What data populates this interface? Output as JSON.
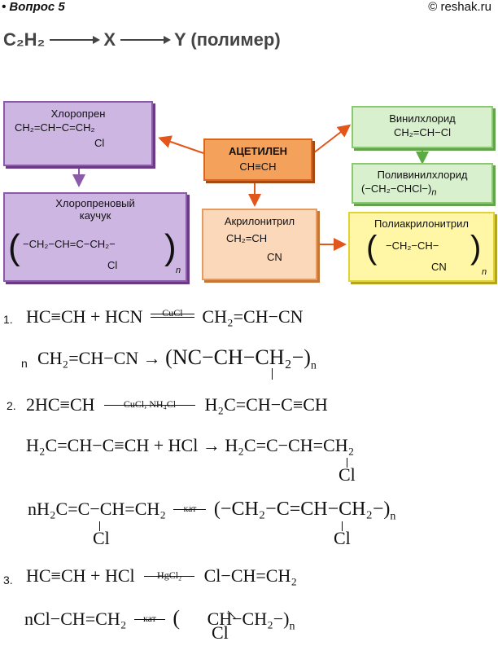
{
  "header": {
    "question": "• Вопрос 5",
    "site": "© reshak.ru"
  },
  "scheme": {
    "start": "C₂H₂",
    "mid": "X",
    "end": "Y (полимер)"
  },
  "boxes": {
    "chloroprene_title": "Хлоропрен",
    "chloroprene_formula": "CH₂=CH−C=CH₂",
    "chloroprene_sub": "Cl",
    "rubber_title1": "Хлоропреновый",
    "rubber_title2": "каучук",
    "rubber_formula": "−CH₂−CH=C−CH₂−",
    "rubber_sub": "Cl",
    "acetylene_title": "АЦЕТИЛЕН",
    "acetylene_formula": "CH≡CH",
    "acrylo_title": "Акрилонитрил",
    "acrylo_formula": "CH₂=CH",
    "acrylo_sub": "CN",
    "vinyl_title": "Винилхлорид",
    "vinyl_formula": "CH₂=CH−Cl",
    "pvc_title": "Поливинилхлорид",
    "pvc_formula": "(−CH₂−CHCl−)",
    "pan_title": "Полиакрилонитрил",
    "pan_formula": "−CH₂−CH−",
    "pan_sub": "CN",
    "n": "n"
  },
  "equations": {
    "n1": "1.",
    "e1_left": "HC≡CH + HCN",
    "e1_cond": "CuCl",
    "e1_right": "CH₂=CH−CN",
    "e1b_n": "n",
    "e1b_left": "CH₂=CH−CN →",
    "e1b_right": "(NC−CH−CH₂−)",
    "n2": "2.",
    "e2_left": "2HC≡CH",
    "e2_cond": "CuCl, NH₄Cl",
    "e2_right": "H₂C=CH−C≡CH",
    "e2b": "H₂C=CH−C≡CH + HCl → H₂C=C−CH=CH₂",
    "e2b_sub": "Cl",
    "e2c_left": "nH₂C=C−CH=CH₂",
    "e2c_cond": "кат",
    "e2c_right": "(−CH₂−C=CH−CH₂−)",
    "e2c_sub": "Cl",
    "n3": "3.",
    "e3_left": "HC≡CH + HCl",
    "e3_cond": "HgCl₂",
    "e3_right": "Cl−CH=CH₂",
    "e3b_left": "nCl−CH=CH₂",
    "e3b_cond": "кат",
    "e3b_right": "(",
    "e3b_right2": "CH−CH₂−)",
    "e3b_sub": "Cl",
    "sub_n": "n"
  },
  "colors": {
    "purple": "#cdb6e2",
    "orange": "#f4a15c",
    "peach": "#fbd8ba",
    "green": "#d9f0cf",
    "yellow": "#fff7a6",
    "arrow_red": "#e2561c",
    "arrow_purple": "#8c5aa8",
    "arrow_green": "#5caa42"
  }
}
